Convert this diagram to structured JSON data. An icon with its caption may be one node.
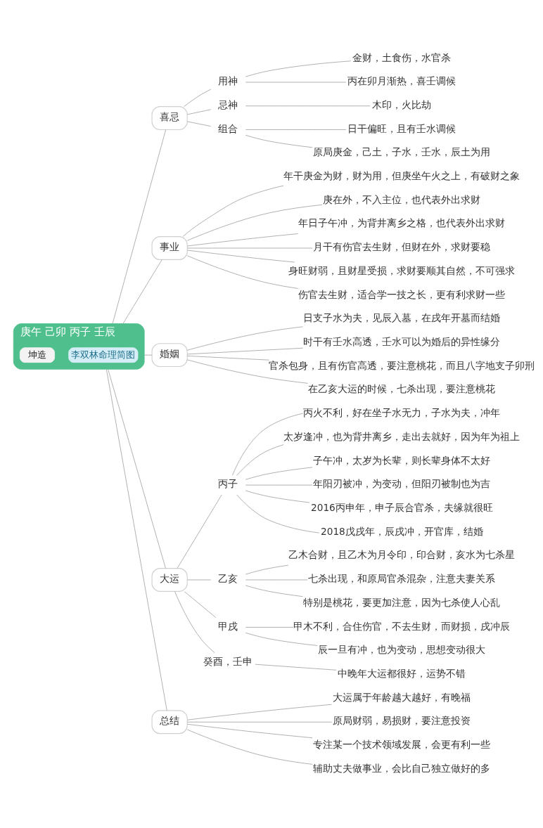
{
  "diagram": {
    "nodes": [
      {
        "text": [
          "庚午 己卯 丙子 壬辰"
        ]
      },
      {
        "text": [
          "坤造"
        ],
        "in": 0
      },
      {
        "text": [
          "李双林命理简图"
        ],
        "in": 0
      },
      {
        "text": [
          "喜忌"
        ]
      },
      {
        "text": [
          "用神"
        ]
      },
      {
        "text": [
          "金财，土食伤，水官杀"
        ]
      },
      {
        "text": [
          "丙在卯月渐热，喜壬调候"
        ]
      },
      {
        "text": [
          "忌神"
        ]
      },
      {
        "text": [
          "木印，火比劫"
        ]
      },
      {
        "text": [
          "组合"
        ]
      },
      {
        "text": [
          "日干偏旺，且有壬水调候"
        ]
      },
      {
        "text": [
          "原局庚金，己土，子水，壬水，辰土为用"
        ]
      },
      {
        "text": [
          "事业"
        ]
      },
      {
        "text": [
          "年干庚金为财，财为用，但庚坐午火之上，有破财之象"
        ]
      },
      {
        "text": [
          "庚在外，不入主位，也代表外出求财"
        ]
      },
      {
        "text": [
          "年日子午冲，为背井离乡之格，也代表外出求财"
        ]
      },
      {
        "text": [
          "月干有伤官去生财，但财在外，求财要稳"
        ]
      },
      {
        "text": [
          "身旺财弱，且财星受损，求财要顺其自然，不可强求"
        ]
      },
      {
        "text": [
          "伤官去生财，适合学一技之长，更有利求财一些"
        ]
      },
      {
        "text": [
          "婚姻"
        ]
      },
      {
        "text": [
          "日支子水为夫，见辰入墓，在戌年开墓而结婚"
        ]
      },
      {
        "text": [
          "时干有壬水高透，壬水可以为婚后的异性缘分"
        ]
      },
      {
        "text": [
          "官杀包身，且有伤官高透，要注意桃花，而且八字地支子卯刑"
        ]
      },
      {
        "text": [
          "在乙亥大运的时候，七杀出现，要注意桃花"
        ]
      },
      {
        "text": [
          "大运"
        ]
      },
      {
        "text": [
          "丙子"
        ]
      },
      {
        "text": [
          "丙火不利，好在坐子水无力，子水为夫，冲年"
        ]
      },
      {
        "text": [
          "太岁逢冲，也为背井离乡，走出去就好，因为年为祖上"
        ]
      },
      {
        "text": [
          "子午冲，太岁为长辈，则长辈身体不太好"
        ]
      },
      {
        "text": [
          "年阳刃被冲，为变动，但阳刃被制也为吉"
        ]
      },
      {
        "text": [
          "2016丙申年，申子辰合官杀，夫缘就很旺"
        ]
      },
      {
        "text": [
          "2018戊戌年，辰戌冲，开官库，结婚"
        ]
      },
      {
        "text": [
          "乙亥"
        ]
      },
      {
        "text": [
          "乙木合财，且乙木为月令印，印合财，亥水为七杀星"
        ]
      },
      {
        "text": [
          "七杀出现，和原局官杀混杂，注意夫妻关系"
        ]
      },
      {
        "text": [
          "特别是桃花，要更加注意，因为七杀使人心乱"
        ]
      },
      {
        "text": [
          "甲戌"
        ]
      },
      {
        "text": [
          "甲木不利，合住伤官，不去生财，而财损，戌冲辰"
        ]
      },
      {
        "text": [
          "辰一旦有冲，也为变动，思想变动很大"
        ]
      },
      {
        "text": [
          "癸酉，壬申"
        ]
      },
      {
        "text": [
          "中晚年大运都很好，运势不错"
        ]
      },
      {
        "text": [
          "总结"
        ]
      },
      {
        "text": [
          "大运属于年龄越大越好，有晚福"
        ]
      },
      {
        "text": [
          "原局财弱，易损财，要注意投资"
        ]
      },
      {
        "text": [
          "专注某一个技术领域发展，会更有利一些"
        ]
      },
      {
        "text": [
          "辅助丈夫做事业，会比自己独立做好的多"
        ]
      }
    ],
    "edges": [
      {
        "from": 0,
        "to": 3,
        "arrow": "none"
      },
      {
        "from": 3,
        "to": 4,
        "arrow": "none"
      },
      {
        "from": 4,
        "to": 5,
        "arrow": "none"
      },
      {
        "from": 4,
        "to": 6,
        "arrow": "none"
      },
      {
        "from": 3,
        "to": 7,
        "arrow": "none"
      },
      {
        "from": 7,
        "to": 8,
        "arrow": "none"
      },
      {
        "from": 3,
        "to": 9,
        "arrow": "none"
      },
      {
        "from": 9,
        "to": 10,
        "arrow": "none"
      },
      {
        "from": 9,
        "to": 11,
        "arrow": "none"
      },
      {
        "from": 0,
        "to": 12,
        "arrow": "none"
      },
      {
        "from": 12,
        "to": 13,
        "arrow": "none"
      },
      {
        "from": 12,
        "to": 14,
        "arrow": "none"
      },
      {
        "from": 12,
        "to": 15,
        "arrow": "none"
      },
      {
        "from": 12,
        "to": 16,
        "arrow": "none"
      },
      {
        "from": 12,
        "to": 17,
        "arrow": "none"
      },
      {
        "from": 12,
        "to": 18,
        "arrow": "none"
      },
      {
        "from": 0,
        "to": 19,
        "arrow": "none"
      },
      {
        "from": 19,
        "to": 20,
        "arrow": "none"
      },
      {
        "from": 19,
        "to": 21,
        "arrow": "none"
      },
      {
        "from": 19,
        "to": 22,
        "arrow": "none"
      },
      {
        "from": 19,
        "to": 23,
        "arrow": "none"
      },
      {
        "from": 0,
        "to": 24,
        "arrow": "none"
      },
      {
        "from": 24,
        "to": 25,
        "arrow": "none"
      },
      {
        "from": 25,
        "to": 26,
        "arrow": "none"
      },
      {
        "from": 25,
        "to": 27,
        "arrow": "none"
      },
      {
        "from": 25,
        "to": 28,
        "arrow": "none"
      },
      {
        "from": 25,
        "to": 29,
        "arrow": "none"
      },
      {
        "from": 25,
        "to": 30,
        "arrow": "none"
      },
      {
        "from": 25,
        "to": 31,
        "arrow": "none"
      },
      {
        "from": 24,
        "to": 32,
        "arrow": "none"
      },
      {
        "from": 32,
        "to": 33,
        "arrow": "none"
      },
      {
        "from": 32,
        "to": 34,
        "arrow": "none"
      },
      {
        "from": 32,
        "to": 35,
        "arrow": "none"
      },
      {
        "from": 24,
        "to": 36,
        "arrow": "none"
      },
      {
        "from": 36,
        "to": 37,
        "arrow": "none"
      },
      {
        "from": 36,
        "to": 38,
        "arrow": "none"
      },
      {
        "from": 24,
        "to": 39,
        "arrow": "none"
      },
      {
        "from": 39,
        "to": 40,
        "arrow": "none"
      },
      {
        "from": 0,
        "to": 41,
        "arrow": "none"
      },
      {
        "from": 41,
        "to": 42,
        "arrow": "none"
      },
      {
        "from": 41,
        "to": 43,
        "arrow": "none"
      },
      {
        "from": 41,
        "to": 44,
        "arrow": "none"
      },
      {
        "from": 41,
        "to": 45,
        "arrow": "none"
      }
    ]
  }
}
